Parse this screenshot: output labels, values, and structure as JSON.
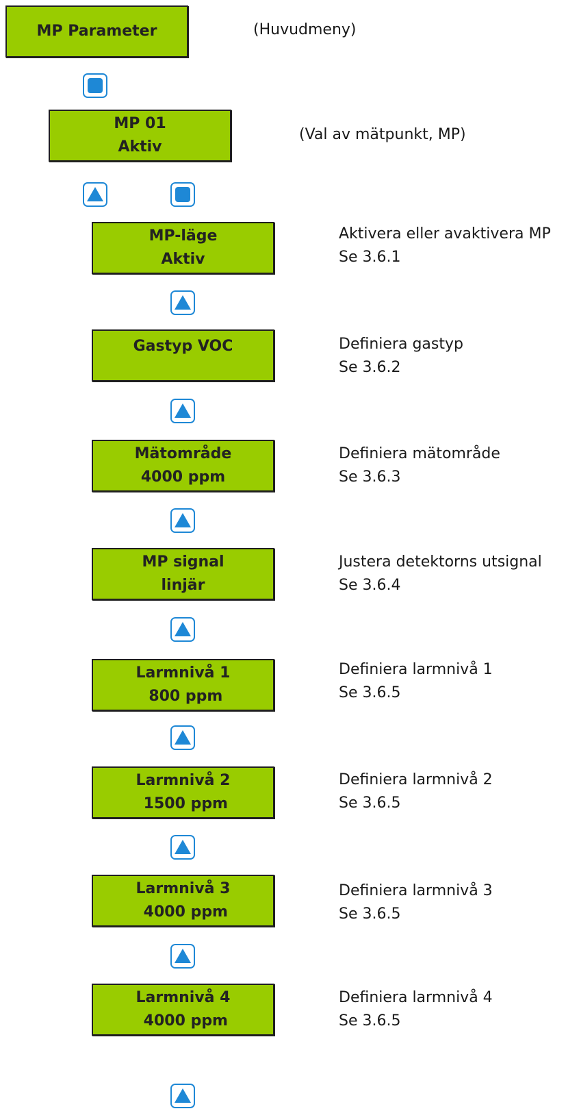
{
  "colors": {
    "lcd_background": "#99cc00",
    "key_blue": "#1e88d6"
  },
  "icons": {
    "up": "up-arrow-key-icon",
    "enter": "square-enter-key-icon"
  },
  "menu_header": {
    "display": [
      "MP Parameter"
    ],
    "note": [
      "(Huvudmeny)"
    ]
  },
  "measurement_point": {
    "display": [
      "MP 01",
      "Aktiv"
    ],
    "note": [
      "(Val av mätpunkt, MP)"
    ]
  },
  "parameters": [
    {
      "display": [
        "MP-läge",
        "Aktiv"
      ],
      "note": [
        "Aktivera eller avaktivera MP",
        "Se 3.6.1"
      ]
    },
    {
      "display": [
        "Gastyp VOC"
      ],
      "note": [
        "Definiera gastyp",
        "Se 3.6.2"
      ]
    },
    {
      "display": [
        "Mätområde",
        "4000 ppm"
      ],
      "note": [
        "Definiera mätområde",
        "Se 3.6.3"
      ]
    },
    {
      "display": [
        "MP signal",
        "linjär"
      ],
      "note": [
        "Justera detektorns utsignal",
        "Se 3.6.4"
      ]
    },
    {
      "display": [
        "Larmnivå 1",
        " 800 ppm"
      ],
      "note": [
        "Definiera larmnivå 1",
        "Se 3.6.5"
      ]
    },
    {
      "display": [
        "Larmnivå 2",
        " 1500 ppm"
      ],
      "note": [
        "Definiera larmnivå 2",
        "Se 3.6.5"
      ]
    },
    {
      "display": [
        "Larmnivå 3",
        " 4000 ppm"
      ],
      "note": [
        "Definiera larmnivå 3",
        "Se 3.6.5"
      ]
    },
    {
      "display": [
        "Larmnivå 4",
        " 4000 ppm"
      ],
      "note": [
        "Definiera larmnivå 4",
        "Se 3.6.5"
      ]
    }
  ]
}
